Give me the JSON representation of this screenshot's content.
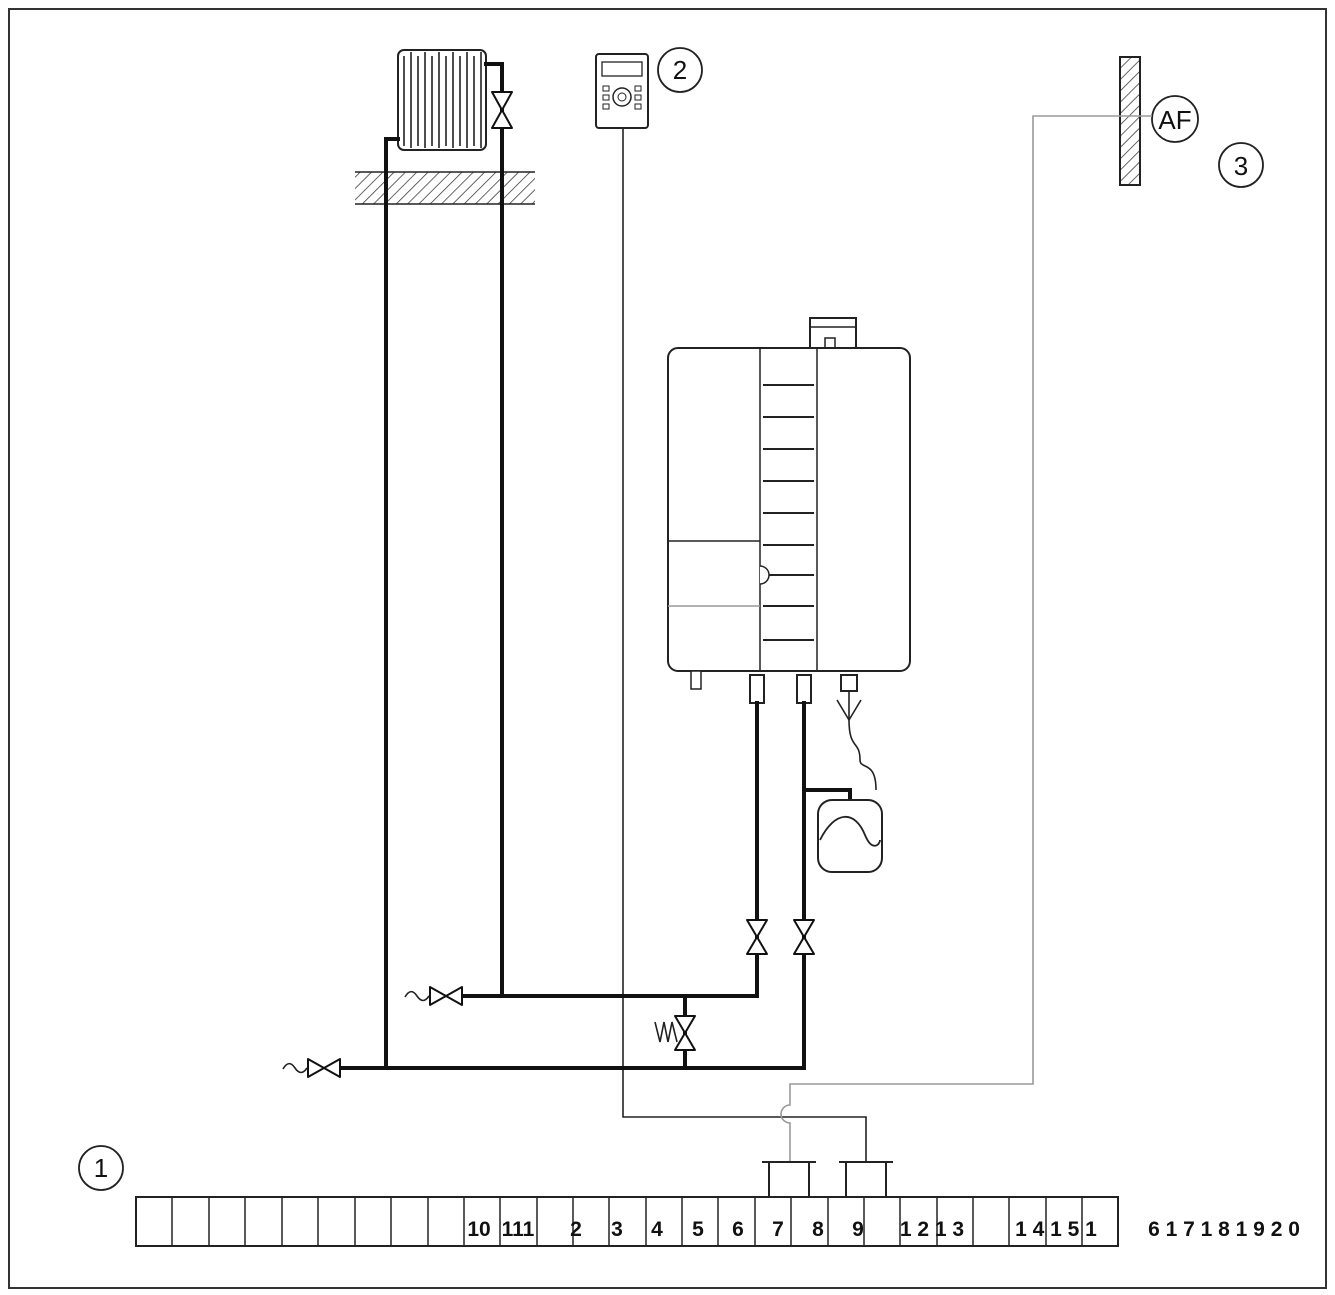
{
  "callouts": {
    "terminal_strip": "1",
    "controller": "2",
    "outdoor_sensor_ref": "3",
    "outdoor_sensor": "AF"
  },
  "terminal_strip": {
    "labels": [
      "10",
      "111",
      "2",
      "3",
      "4",
      "5",
      "6",
      "7",
      "8",
      "9",
      "1 2 1 3",
      "1 4 1 5 1",
      "6 1 7 1 8 1 9 2 0"
    ]
  },
  "colors": {
    "line": "#111111",
    "sensor_wire": "#9a9a9a",
    "background": "#ffffff"
  }
}
